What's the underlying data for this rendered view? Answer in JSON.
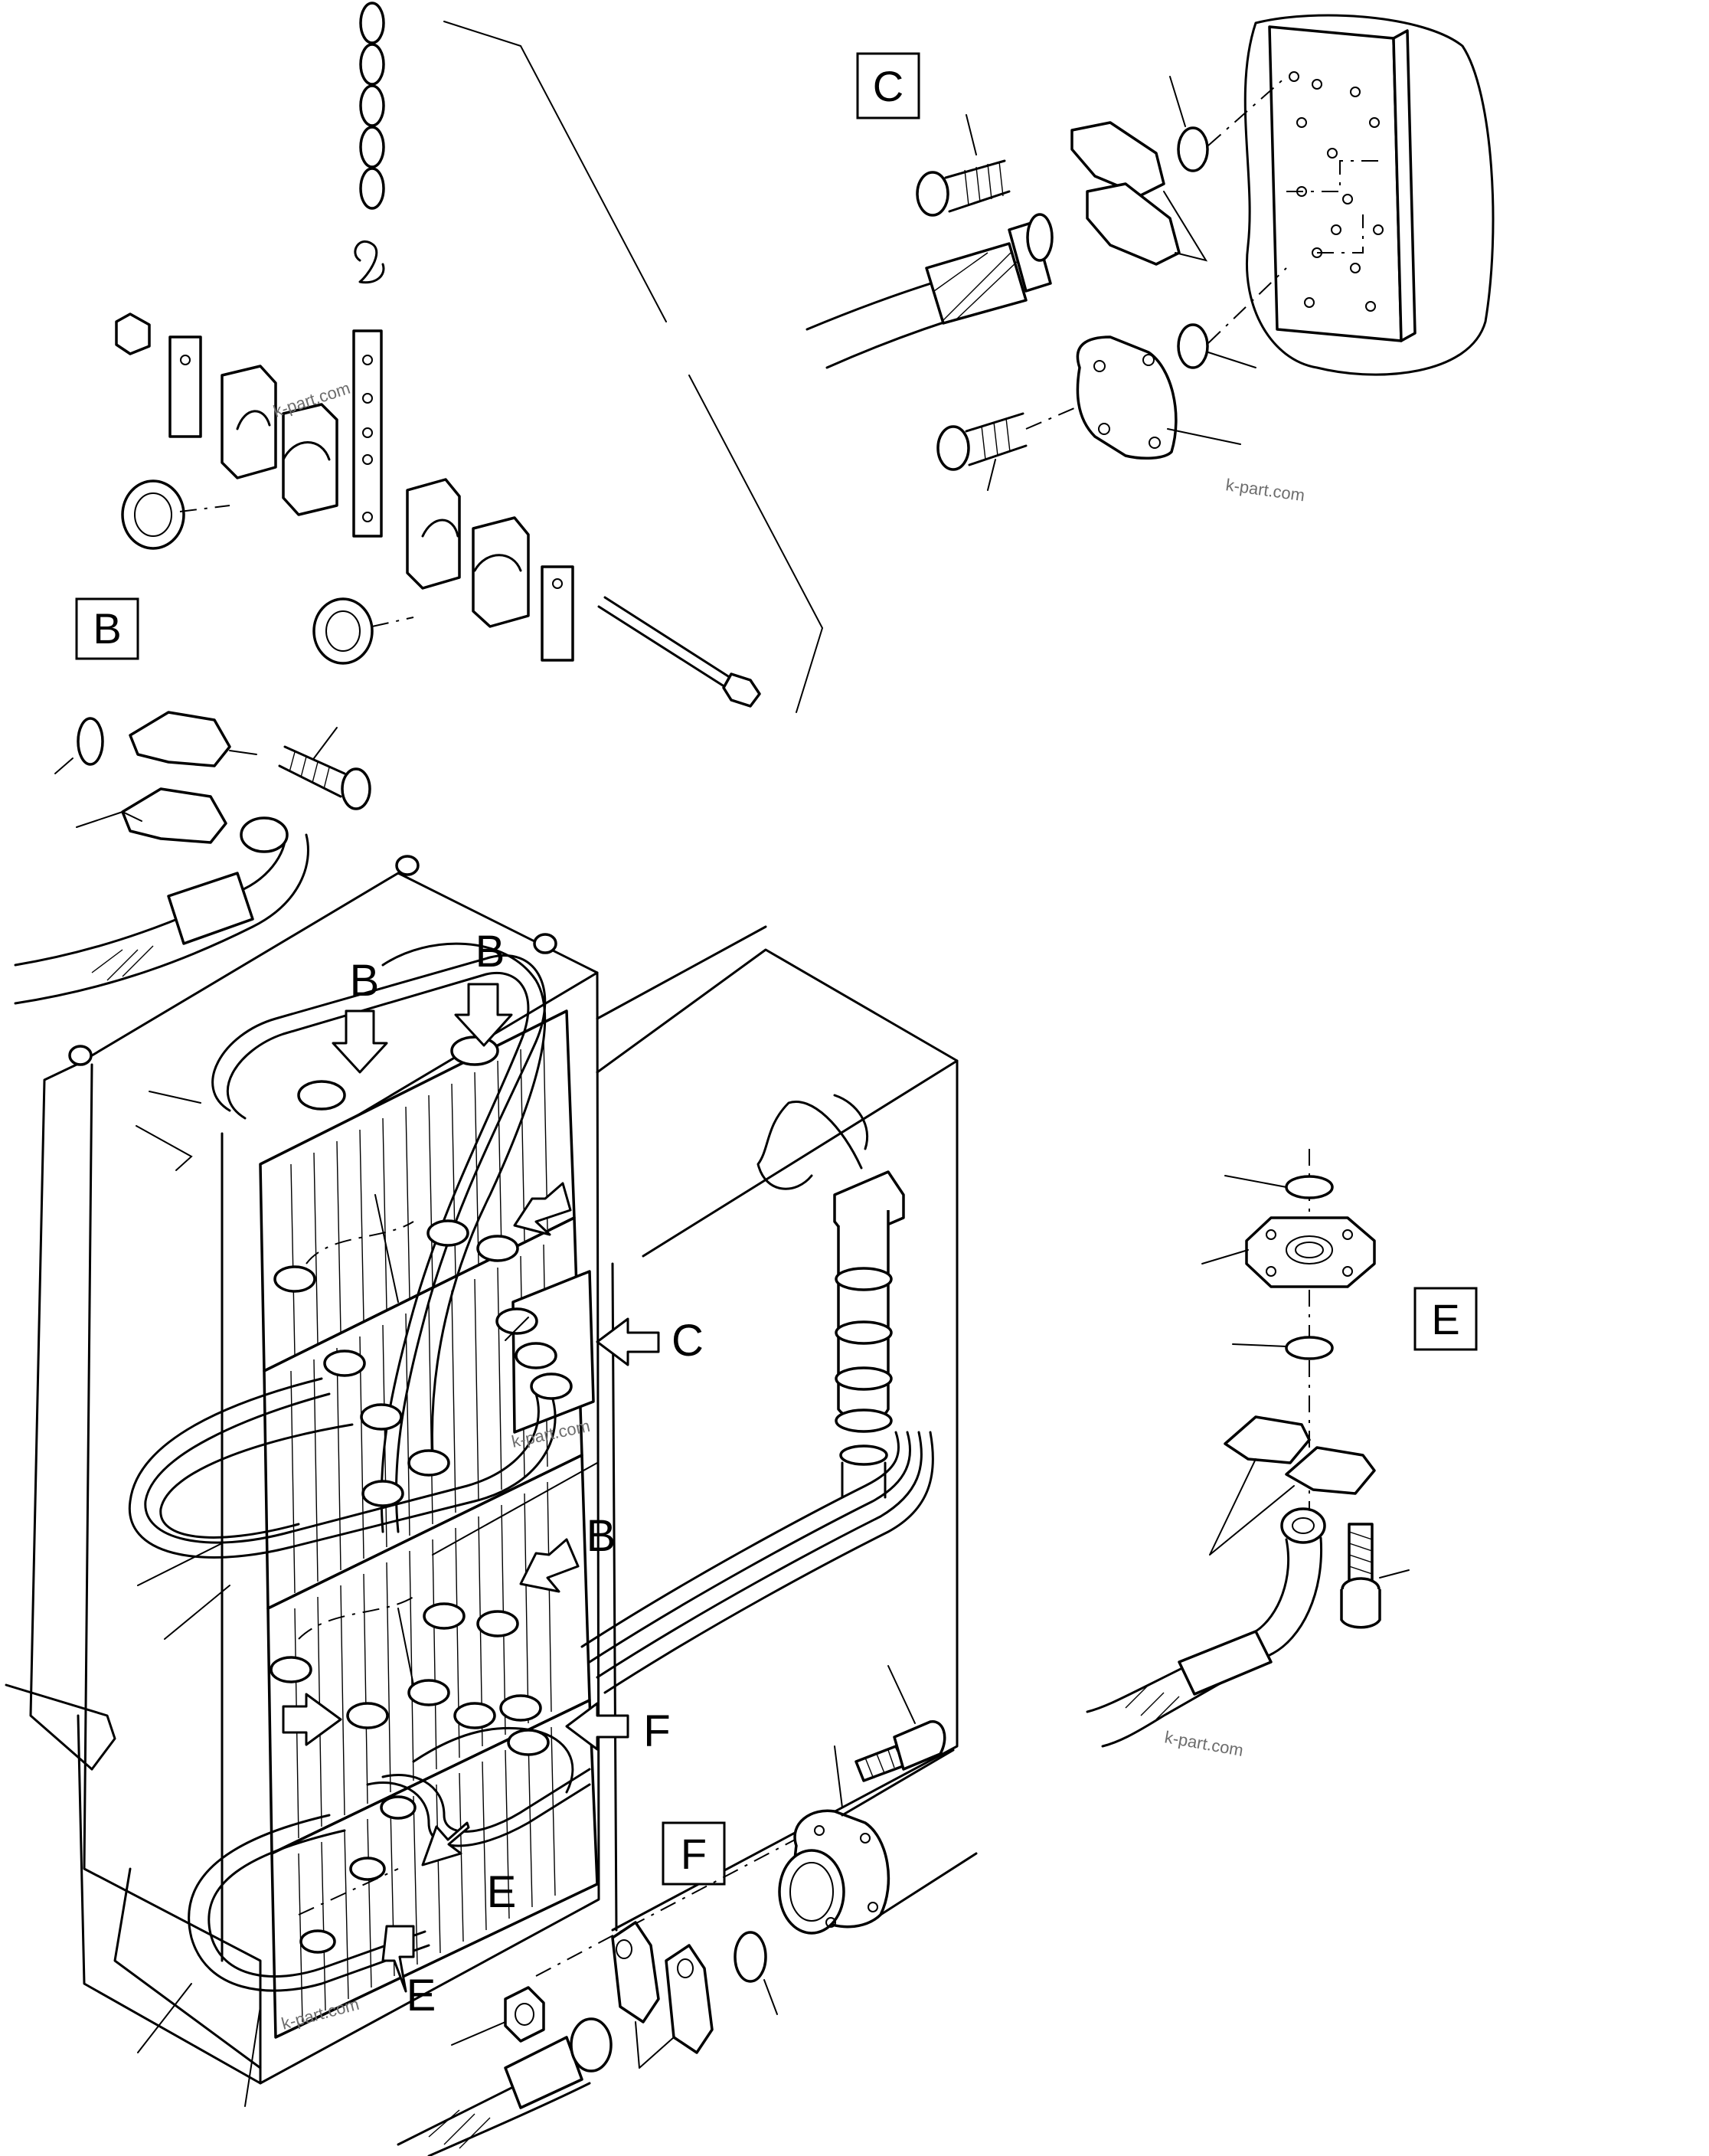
{
  "detail_boxes": {
    "b": "B",
    "c": "C",
    "e": "E",
    "f": "F"
  },
  "callouts": {
    "b_top_left": "B",
    "b_top_right": "B",
    "c": "C",
    "b_mid": "B",
    "f": "F",
    "e_upper": "E",
    "e_lower": "E"
  },
  "watermarks": {
    "detail_b": "k-part.com",
    "detail_c": "k-part.com",
    "center": "k-part.com",
    "detail_e": "k-part.com",
    "bottom": "k-part.com"
  }
}
